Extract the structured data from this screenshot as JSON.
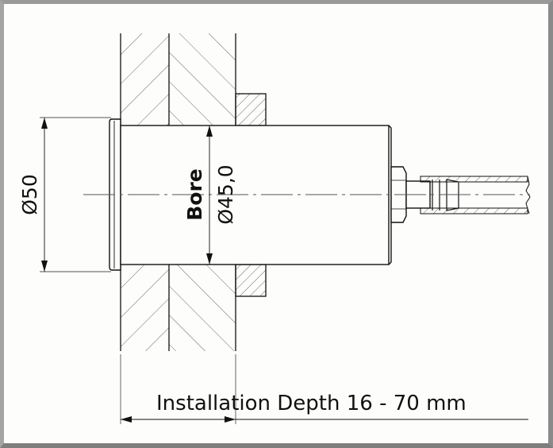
{
  "labels": {
    "outer_diameter": "Ø50",
    "bore_label": "Bore",
    "bore_diameter": "Ø45,0",
    "installation_depth": "Installation Depth 16 - 70 mm"
  },
  "colors": {
    "line": "#111111",
    "hatch": "#555555",
    "frame": "#8f8f8f"
  }
}
